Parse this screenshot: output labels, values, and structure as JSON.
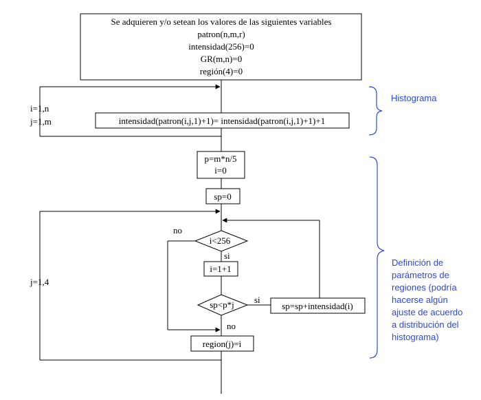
{
  "init": {
    "lines": [
      "Se adquieren y/o setean los valores de las siguientes variables",
      "patron(n,m,r)",
      "intensidad(256)=0",
      "GR(m,n)=0",
      "región(4)=0"
    ]
  },
  "loop1": {
    "index_i": "i=1,n",
    "index_j": "j=1,m",
    "statement": "intensidad(patron(i,j,1)+1)= intensidad(patron(i,j,1)+1)+1"
  },
  "compute": {
    "line1": "p=m*n/5",
    "line2": "i=0"
  },
  "loop2": {
    "index_j": "j=1,4",
    "sp_init": "sp=0",
    "cond1": "i<256",
    "cond1_no": "no",
    "cond1_yes": "si",
    "increment": "i=1+1",
    "cond2": "sp<p*j",
    "cond2_yes": "si",
    "cond2_no": "no",
    "accumulate": "sp=sp+intensidad(i)",
    "assign": "region(j)=i"
  },
  "notes": {
    "histogram": "Histograma",
    "definition": [
      "Definición de",
      "parámetros de",
      "regiones (podría",
      "hacerse algún",
      "ajuste de acuerdo",
      "a distribución del",
      "histograma)"
    ]
  },
  "colors": {
    "annotation": "#2a49d6",
    "lines": "#000000"
  }
}
